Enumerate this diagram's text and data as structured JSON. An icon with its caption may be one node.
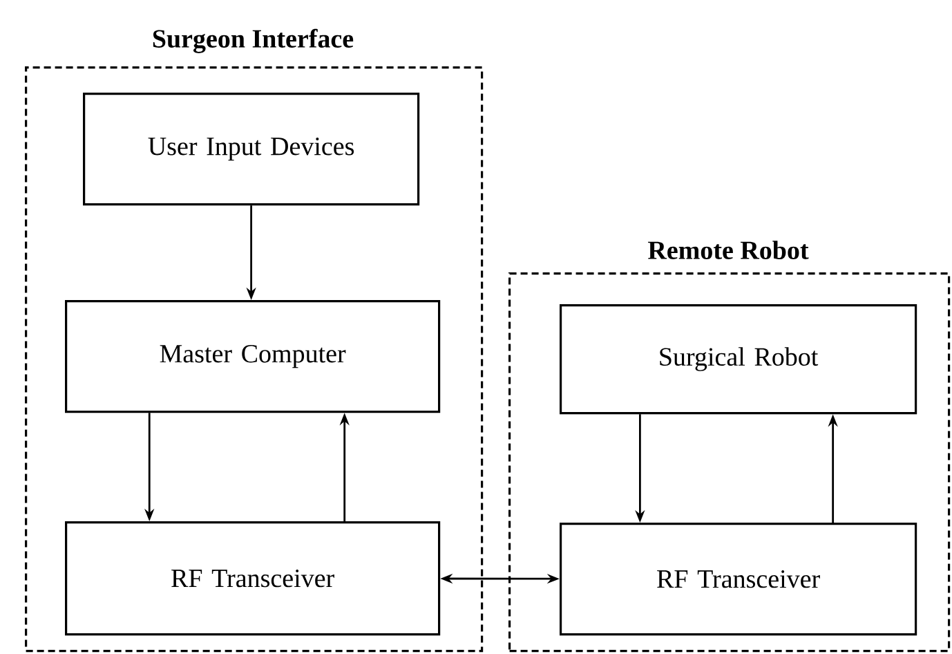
{
  "diagram": {
    "nodes": [
      {
        "text": [
          "Surgeon Interface"
        ]
      },
      {
        "text": [
          "User Input Devices"
        ],
        "in": 0
      },
      {
        "text": [
          "Master Computer"
        ],
        "in": 0
      },
      {
        "text": [
          "RF Transceiver"
        ],
        "in": 0
      },
      {
        "text": [
          "Remote Robot"
        ]
      },
      {
        "text": [
          "Surgical Robot"
        ],
        "in": 4
      },
      {
        "text": [
          "RF Transceiver"
        ],
        "in": 4
      }
    ],
    "edges": [
      {
        "from": 1,
        "to": 2,
        "arrow": "to"
      },
      {
        "from": 2,
        "to": 3,
        "arrow": "to"
      },
      {
        "from": 3,
        "to": 2,
        "arrow": "to"
      },
      {
        "from": 5,
        "to": 6,
        "arrow": "to"
      },
      {
        "from": 6,
        "to": 5,
        "arrow": "to"
      },
      {
        "from": 3,
        "to": 6,
        "arrow": "both"
      }
    ]
  }
}
